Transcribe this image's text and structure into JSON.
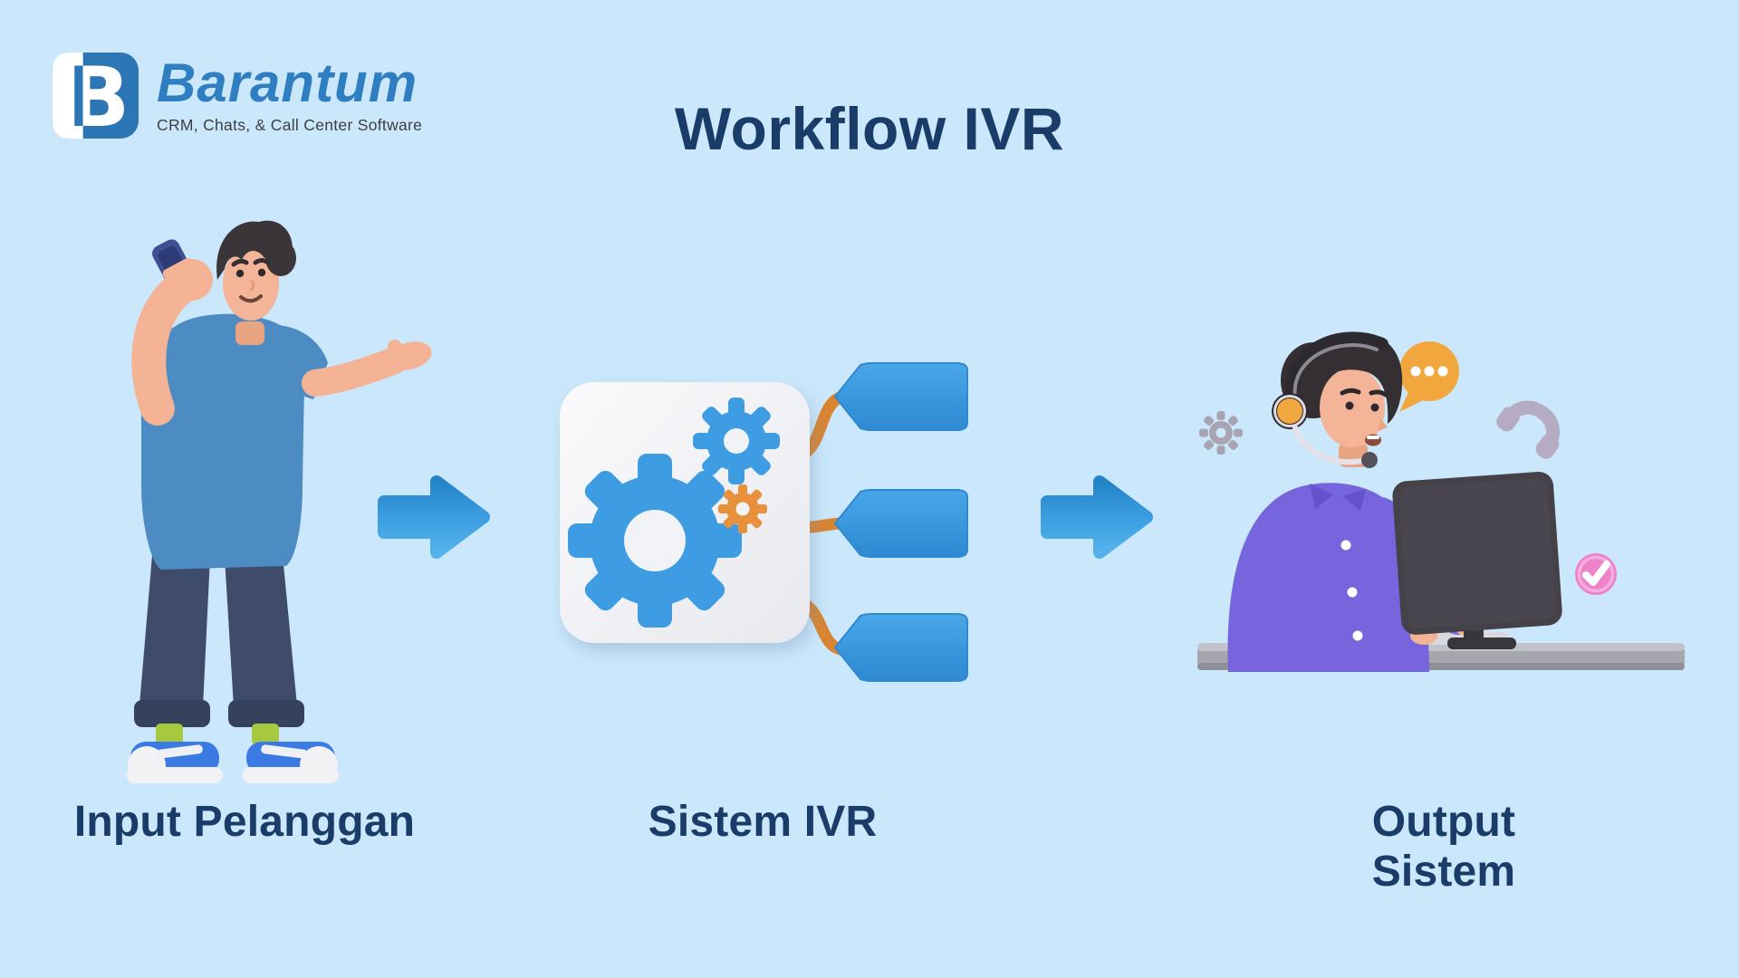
{
  "logo": {
    "brand": "Barantum",
    "tagline": "CRM, Chats, & Call Center Software",
    "monogram": "B",
    "brand_color": "#2e7ec1"
  },
  "header": {
    "title": "Workflow IVR",
    "title_color": "#1a3c69"
  },
  "steps": [
    {
      "label": "Input Pelanggan",
      "illustration": "customer-calling-on-phone"
    },
    {
      "label": "Sistem IVR",
      "illustration": "gears-with-routing-tags"
    },
    {
      "label": "Output Sistem",
      "illustration": "support-agent-at-computer"
    }
  ],
  "connectors": [
    {
      "icon": "arrow-right-icon"
    },
    {
      "icon": "arrow-right-icon"
    }
  ],
  "floating_icons": [
    "gear-icon",
    "chat-bubble-icon",
    "phone-handset-icon",
    "check-badge-icon"
  ],
  "colors": {
    "background": "#cbe7fb",
    "navy_text": "#1a3c69",
    "arrow_blue": "#3aa0e2",
    "tag_blue": "#3b9de0",
    "gear_blue": "#3d9ce2",
    "orange": "#e7913c",
    "card_white": "#f4f5f7",
    "shirt_blue": "#4c8cc2",
    "pants_navy": "#3f4b6b",
    "purple_shirt": "#7765dd",
    "desk_gray": "#a6a6af",
    "monitor_gray": "#454149",
    "pink_badge": "#ef83c9",
    "skin": "#f4b497"
  }
}
